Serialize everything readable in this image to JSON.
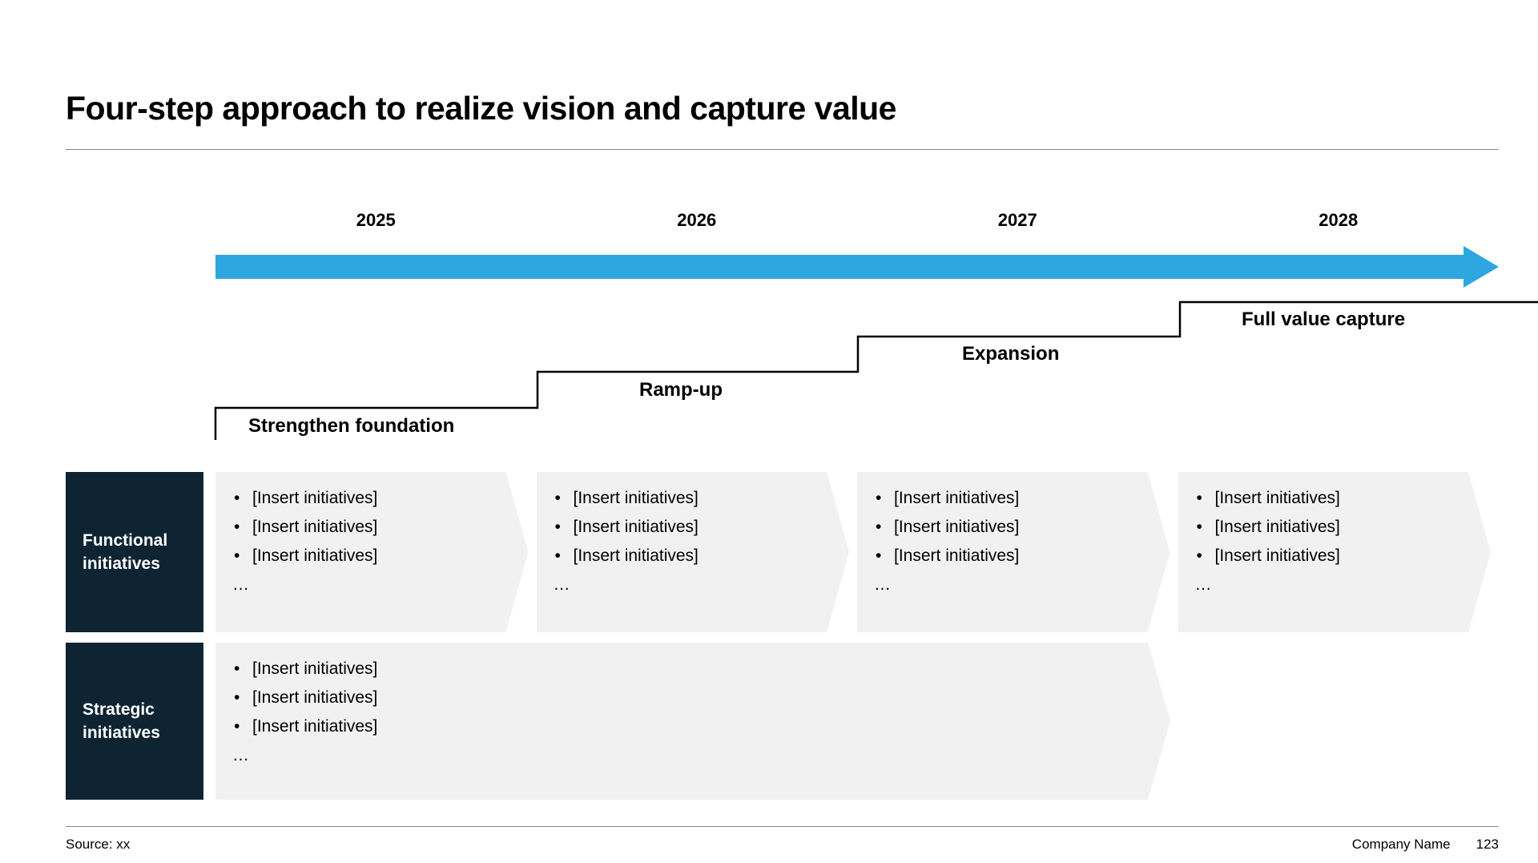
{
  "slide": {
    "title": "Four-step approach to realize vision and capture value"
  },
  "timeline": {
    "years": [
      "2025",
      "2026",
      "2027",
      "2028"
    ]
  },
  "steps": [
    {
      "label": "Strengthen foundation"
    },
    {
      "label": "Ramp-up"
    },
    {
      "label": "Expansion"
    },
    {
      "label": "Full value capture"
    }
  ],
  "rows": {
    "functional": {
      "label": "Functional initiatives",
      "boxes": [
        {
          "bullets": [
            "[Insert initiatives]",
            "[Insert initiatives]",
            "[Insert initiatives]"
          ],
          "more": "…"
        },
        {
          "bullets": [
            "[Insert initiatives]",
            "[Insert initiatives]",
            "[Insert initiatives]"
          ],
          "more": "…"
        },
        {
          "bullets": [
            "[Insert initiatives]",
            "[Insert initiatives]",
            "[Insert initiatives]"
          ],
          "more": "…"
        },
        {
          "bullets": [
            "[Insert initiatives]",
            "[Insert initiatives]",
            "[Insert initiatives]"
          ],
          "more": "…"
        }
      ]
    },
    "strategic": {
      "label": "Strategic initiatives",
      "bullets": [
        "[Insert initiatives]",
        "[Insert initiatives]",
        "[Insert initiatives]"
      ],
      "more": "…"
    }
  },
  "footer": {
    "source": "Source: xx",
    "company": "Company Name",
    "page": "123"
  },
  "colors": {
    "arrow_blue": "#2EA6DF",
    "navy": "#0E2433",
    "panel_gray": "#F1F1F1"
  }
}
